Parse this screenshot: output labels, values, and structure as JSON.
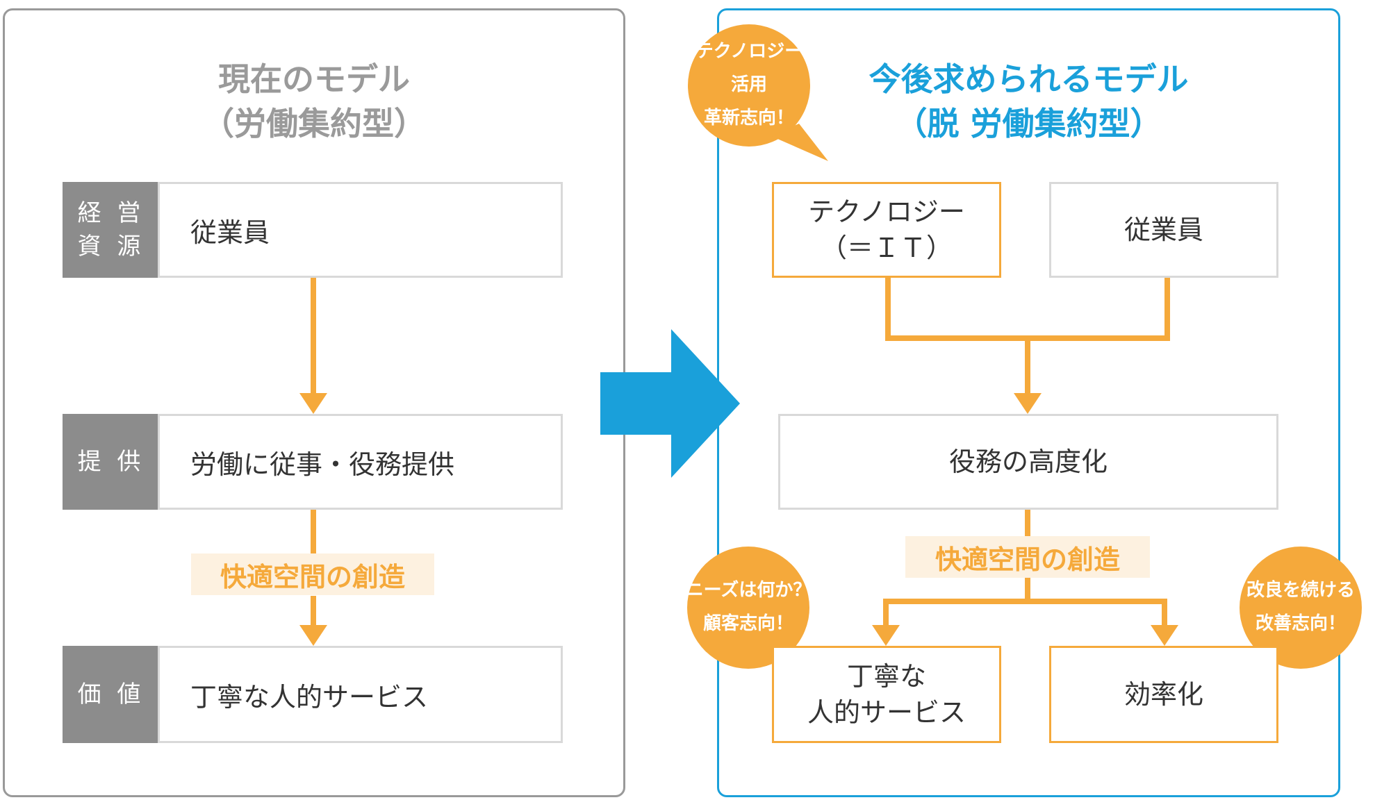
{
  "left": {
    "title_line1": "現在のモデル",
    "title_line2": "（労働集約型）",
    "rows": [
      {
        "label": "経 営\n資 源",
        "text": "従業員"
      },
      {
        "label": "提 供",
        "text": "労働に従事・役務提供"
      },
      {
        "label": "価 値",
        "text": "丁寧な人的サービス"
      }
    ],
    "tag": "快適空間の創造"
  },
  "right": {
    "title_line1": "今後求められるモデル",
    "title_line2": "（脱 労働集約型）",
    "tech_box": "テクノロジー\n（＝ＩＴ）",
    "employee_box": "従業員",
    "advanced_box": "役務の高度化",
    "tag": "快適空間の創造",
    "polite_box": "丁寧な\n人的サービス",
    "efficiency_box": "効率化"
  },
  "bubbles": {
    "tech": "テクノロジー\n活用\n革新志向！",
    "needs": "ニーズは何か？\n顧客志向！",
    "improve": "改良を続ける\n改善志向！"
  },
  "colors": {
    "orange": "#f5a93b",
    "blue": "#1aa0da",
    "gray_label": "#8c8c8c",
    "gray_border": "#999999",
    "box_border": "#d9d9d9",
    "tag_bg": "#fdf1e0"
  }
}
